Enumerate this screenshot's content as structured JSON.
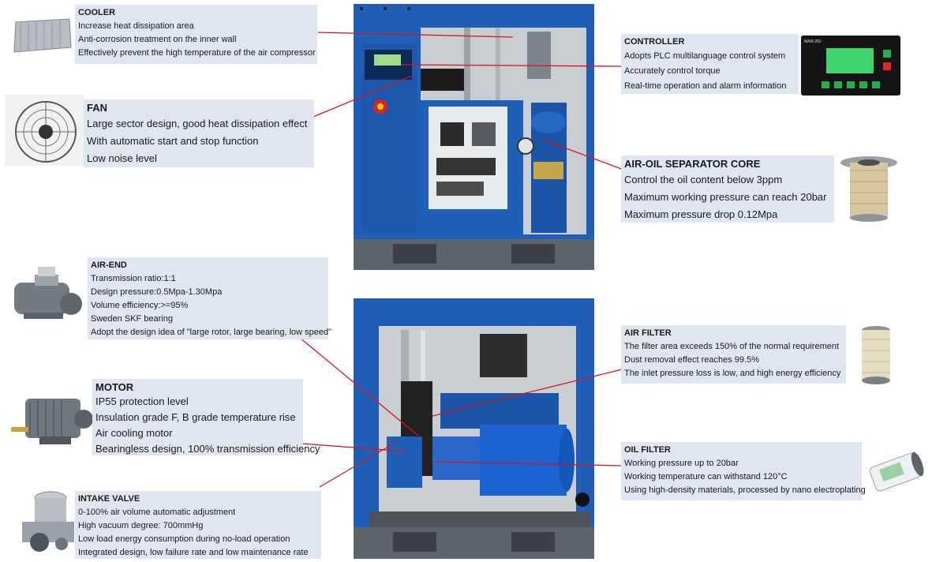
{
  "cooler": {
    "title": "COOLER",
    "lines": [
      "Increase heat dissipation area",
      "Anti-corrosion treatment on the inner wall",
      "Effectively prevent the high temperature of the air compressor"
    ]
  },
  "fan": {
    "title": "FAN",
    "lines": [
      "Large sector design, good heat dissipation effect",
      "With automatic start and stop function",
      "Low noise level"
    ]
  },
  "controller": {
    "title": "CONTROLLER",
    "lines": [
      "Adopts PLC multilanguage control system",
      "Accurately control torque",
      "Real-time operation and alarm information"
    ],
    "panel_label": "MAM-260"
  },
  "separator": {
    "title": "AIR-OIL SEPARATOR CORE",
    "lines": [
      "Control the oil content below 3ppm",
      "Maximum working pressure can reach 20bar",
      "Maximum pressure drop 0.12Mpa"
    ]
  },
  "airend": {
    "title": "AIR-END",
    "lines": [
      "Transmission ratio:1:1",
      "Design pressure:0.5Mpa-1.30Mpa",
      "Volume efficiency:>=95%",
      "Sweden SKF bearing",
      "Adopt the design idea of \"large rotor, large bearing, low speed\""
    ]
  },
  "motor": {
    "title": "MOTOR",
    "lines": [
      "IP55 protection level",
      "Insulation grade F, B grade temperature rise",
      "Air cooling motor",
      "Bearingless design, 100% transmission efficiency"
    ]
  },
  "intake": {
    "title": "INTAKE VALVE",
    "lines": [
      "0-100% air volume automatic adjustment",
      "High vacuum degree: 700mmHg",
      "Low load energy consumption during no-load operation",
      "Integrated design, low failure rate and low maintenance rate"
    ]
  },
  "airfilter": {
    "title": "AIR FILTER",
    "lines": [
      "The filter area exceeds 150% of the normal requirement",
      "Dust removal effect reaches 99.5%",
      "The inlet pressure loss is low, and high energy efficiency"
    ]
  },
  "oilfilter": {
    "title": "OIL FILTER",
    "lines": [
      "Working pressure up to 20bar",
      "Working temperature can withstand 120°C",
      "Using high-density materials, processed by nano electroplating"
    ]
  },
  "colors": {
    "cabinet_blue": "#1f5fb8",
    "base_gray": "#5d646b",
    "leader_red": "#d8141c",
    "label_bg": "#dfe6f2"
  }
}
